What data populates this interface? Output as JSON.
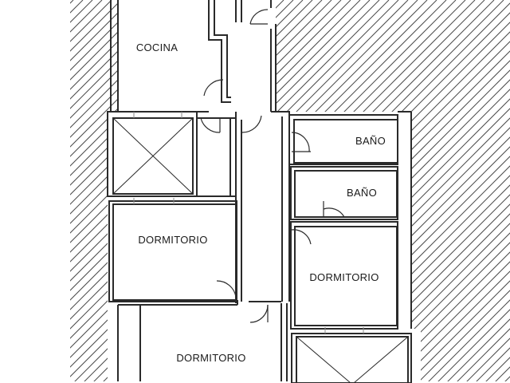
{
  "floor_plan": {
    "rooms": [
      {
        "id": "cocina",
        "label": "COCINA"
      },
      {
        "id": "bano-1",
        "label": "BAÑO"
      },
      {
        "id": "bano-2",
        "label": "BAÑO"
      },
      {
        "id": "dormitorio-1",
        "label": "DORMITORIO"
      },
      {
        "id": "dormitorio-2",
        "label": "DORMITORIO"
      },
      {
        "id": "dormitorio-3",
        "label": "DORMITORIO"
      }
    ],
    "colors": {
      "wall": "#2a2a2a",
      "hatch": "#4a4a4a",
      "background": "#ffffff"
    }
  }
}
